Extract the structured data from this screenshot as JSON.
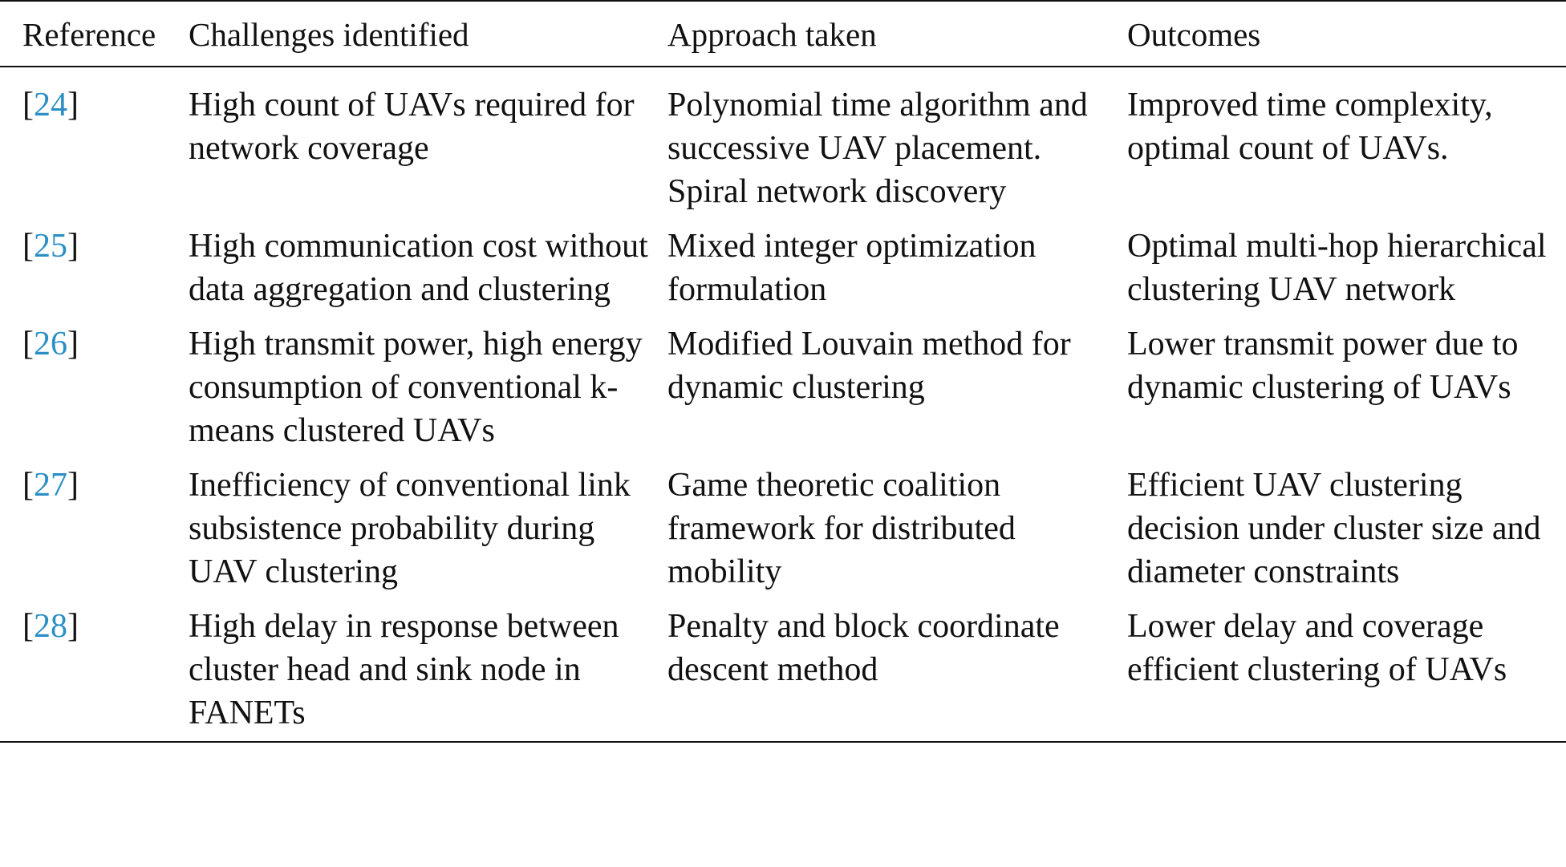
{
  "table": {
    "headers": [
      "Reference",
      "Challenges identified",
      "Approach taken",
      "Outcomes"
    ],
    "rows": [
      {
        "ref": "24",
        "challenge": "High count of UAVs required for network coverage",
        "approach": "Polynomial time algorithm and successive UAV placement. Spiral network discovery",
        "outcome": "Improved time complexity, optimal count of UAVs."
      },
      {
        "ref": "25",
        "challenge": "High communication cost without data aggregation and clustering",
        "approach": "Mixed integer optimization formulation",
        "outcome": "Optimal multi-hop hierarchical clustering UAV network"
      },
      {
        "ref": "26",
        "challenge": "High transmit power, high energy consumption of conventional k-means clustered UAVs",
        "approach": "Modified Louvain method for dynamic clustering",
        "outcome": "Lower transmit power due to dynamic clustering of UAVs"
      },
      {
        "ref": "27",
        "challenge": "Inefficiency of conventional link subsistence probability during UAV clustering",
        "approach": "Game theoretic coalition framework for distributed mobility",
        "outcome": "Efficient UAV clustering decision under cluster size and diameter constraints"
      },
      {
        "ref": "28",
        "challenge": "High delay in response between cluster head and sink node in FANETs",
        "approach": "Penalty and block coordinate descent method",
        "outcome": "Lower delay and coverage efficient clustering of UAVs"
      }
    ]
  },
  "colors": {
    "citation_link": "#2b8fc6",
    "text": "#111111",
    "rule": "#111111"
  }
}
